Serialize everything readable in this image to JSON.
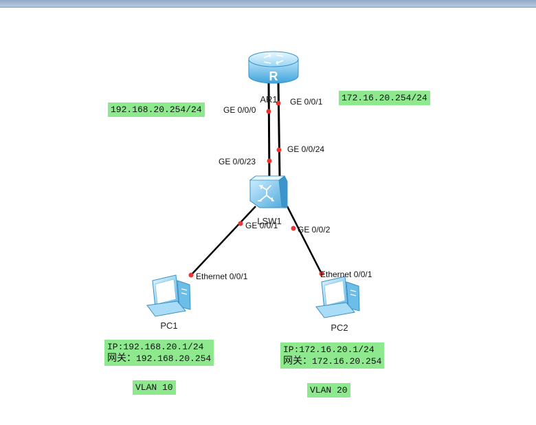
{
  "devices": {
    "router": {
      "name": "AR1",
      "icon": "router-icon",
      "glyph": "R"
    },
    "switch": {
      "name": "LSW1",
      "icon": "switch-icon"
    },
    "pc1": {
      "name": "PC1",
      "icon": "pc-icon"
    },
    "pc2": {
      "name": "PC2",
      "icon": "pc-icon"
    }
  },
  "ports": {
    "ar1_ge000": "GE 0/0/0",
    "ar1_ge001": "GE 0/0/1",
    "lsw1_ge0023": "GE 0/0/23",
    "lsw1_ge0024": "GE 0/0/24",
    "lsw1_ge001": "GE 0/0/1",
    "lsw1_ge002": "GE 0/0/2",
    "pc1_eth": "Ethernet 0/0/1",
    "pc2_eth": "Ethernet 0/0/1"
  },
  "labels": {
    "ar1_ip_left": "192.168.20.254/24",
    "ar1_ip_right": "172.16.20.254/24",
    "pc1_ip": "IP:192.168.20.1/24",
    "pc1_gw_prefix": "网关：",
    "pc1_gw": "192.168.20.254",
    "pc2_ip": "IP:172.16.20.1/24",
    "pc2_gw_prefix": "网关：",
    "pc2_gw": "172.16.20.254",
    "vlan10": "VLAN 10",
    "vlan20": "VLAN 20"
  },
  "colors": {
    "tag_bg": "#8ee88e",
    "link": "#000000",
    "port_dot": "#ee3333",
    "device_blue": "#4ab0e8"
  }
}
